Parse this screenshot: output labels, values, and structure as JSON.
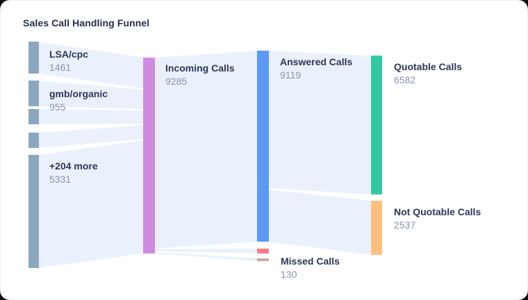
{
  "card": {
    "title": "Sales Call Handling Funnel"
  },
  "colors": {
    "page_background": "#0f0f10",
    "card_background": "#ffffff",
    "card_border": "#e7edf7",
    "flow_fill": "#eaf1fc",
    "title_text": "#222d52",
    "node_label_text": "#2c3756",
    "node_value_text": "#8a92ac",
    "source_node": "#8ba7be",
    "incoming_node": "#cf8be0",
    "answered_node": "#5b99f2",
    "missed_node": "#fb7e88",
    "small_unlabeled_node": "#cba8a6",
    "quotable_node": "#33c9a0",
    "not_quotable_node": "#fdbf7d"
  },
  "chart_data": {
    "type": "sankey",
    "title": "Sales Call Handling Funnel",
    "orientation": "left-to-right",
    "columns": [
      "sources",
      "incoming",
      "outcome",
      "quote-status"
    ],
    "nodes": [
      {
        "id": "lsa-cpc",
        "label": "LSA/cpc",
        "value": 1461,
        "value_text": "1461",
        "color": "#8ba7be",
        "column": 0
      },
      {
        "id": "gmb-organic",
        "label": "gmb/organic",
        "value": 955,
        "value_text": "955",
        "color": "#8ba7be",
        "column": 0
      },
      {
        "id": "source-3",
        "label": "",
        "value": 770,
        "value_text": "",
        "color": "#8ba7be",
        "column": 0
      },
      {
        "id": "source-4",
        "label": "",
        "value": 768,
        "value_text": "",
        "color": "#8ba7be",
        "column": 0
      },
      {
        "id": "plus-204-more",
        "label": "+204 more",
        "value": 5331,
        "value_text": "5331",
        "color": "#8ba7be",
        "column": 0
      },
      {
        "id": "incoming-calls",
        "label": "Incoming Calls",
        "value": 9285,
        "value_text": "9285",
        "color": "#cf8be0",
        "column": 1
      },
      {
        "id": "answered-calls",
        "label": "Answered Calls",
        "value": 9119,
        "value_text": "9119",
        "color": "#5b99f2",
        "column": 2
      },
      {
        "id": "missed-calls",
        "label": "Missed Calls",
        "value": 130,
        "value_text": "130",
        "color": "#fb7e88",
        "column": 2
      },
      {
        "id": "small-unlabeled",
        "label": "",
        "value": 36,
        "value_text": "",
        "color": "#cba8a6",
        "column": 2
      },
      {
        "id": "quotable-calls",
        "label": "Quotable Calls",
        "value": 6582,
        "value_text": "6582",
        "color": "#33c9a0",
        "column": 3
      },
      {
        "id": "not-quotable-calls",
        "label": "Not Quotable Calls",
        "value": 2537,
        "value_text": "2537",
        "color": "#fdbf7d",
        "column": 3
      }
    ],
    "links": [
      {
        "source": "lsa-cpc",
        "target": "incoming-calls",
        "value": 1461
      },
      {
        "source": "gmb-organic",
        "target": "incoming-calls",
        "value": 955
      },
      {
        "source": "source-3",
        "target": "incoming-calls",
        "value": 770
      },
      {
        "source": "source-4",
        "target": "incoming-calls",
        "value": 768
      },
      {
        "source": "plus-204-more",
        "target": "incoming-calls",
        "value": 5331
      },
      {
        "source": "incoming-calls",
        "target": "answered-calls",
        "value": 9119
      },
      {
        "source": "incoming-calls",
        "target": "missed-calls",
        "value": 130
      },
      {
        "source": "incoming-calls",
        "target": "small-unlabeled",
        "value": 36
      },
      {
        "source": "answered-calls",
        "target": "quotable-calls",
        "value": 6582
      },
      {
        "source": "answered-calls",
        "target": "not-quotable-calls",
        "value": 2537
      }
    ]
  }
}
